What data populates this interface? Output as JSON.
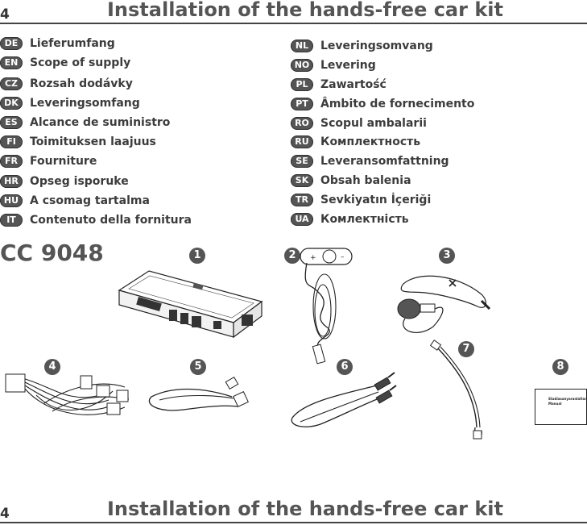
{
  "page_number": "4",
  "title": "Installation of the hands-free car kit",
  "languages_left": [
    {
      "code": "DE",
      "label": "Lieferumfang"
    },
    {
      "code": "EN",
      "label": "Scope of supply"
    },
    {
      "code": "CZ",
      "label": "Rozsah dodávky"
    },
    {
      "code": "DK",
      "label": "Leveringsomfang"
    },
    {
      "code": "ES",
      "label": "Alcance de suministro"
    },
    {
      "code": "FI",
      "label": "Toimituksen laajuus"
    },
    {
      "code": "FR",
      "label": "Fourniture"
    },
    {
      "code": "HR",
      "label": "Opseg isporuke"
    },
    {
      "code": "HU",
      "label": "A csomag tartalma"
    },
    {
      "code": "IT",
      "label": "Contenuto della fornitura"
    }
  ],
  "languages_right": [
    {
      "code": "NL",
      "label": "Leveringsomvang"
    },
    {
      "code": "NO",
      "label": "Levering"
    },
    {
      "code": "PL",
      "label": "Zawartość"
    },
    {
      "code": "PT",
      "label": "Âmbito de fornecimento"
    },
    {
      "code": "RO",
      "label": "Scopul ambalarii"
    },
    {
      "code": "RU",
      "label": "Комплектность"
    },
    {
      "code": "SE",
      "label": "Leveransomfattning"
    },
    {
      "code": "SK",
      "label": "Obsah balenia"
    },
    {
      "code": "TR",
      "label": "Sevkiyatın İçeriği"
    },
    {
      "code": "UA",
      "label": "Комлектність"
    }
  ],
  "model": "CC 9048",
  "items": [
    "1",
    "2",
    "3",
    "4",
    "5",
    "6",
    "7",
    "8"
  ],
  "manual_text": [
    "Stadiasanyaranlatlany",
    "Manual"
  ],
  "footer": {
    "page_number": "4",
    "title": "Installation of the hands-free car kit"
  }
}
